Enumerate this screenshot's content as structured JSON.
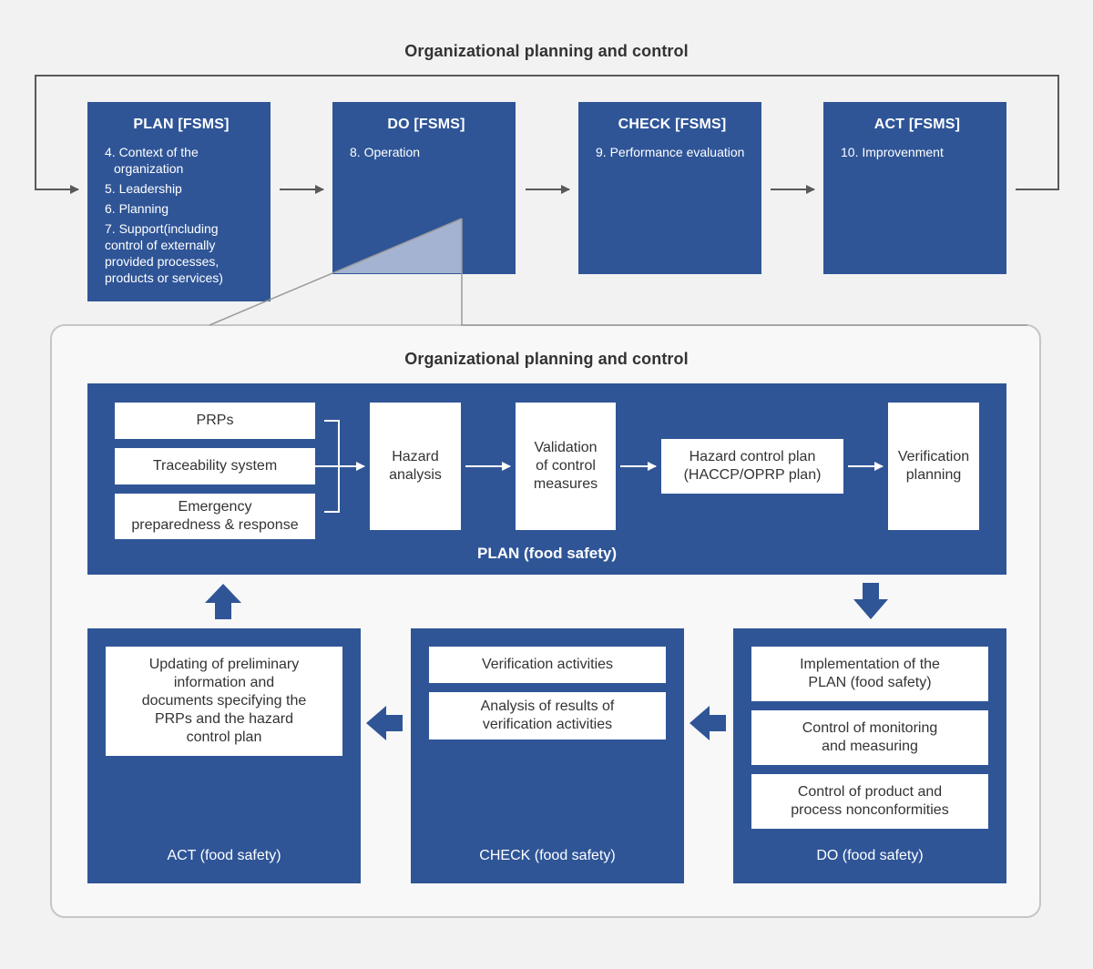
{
  "top_title": "Organizational planning and control",
  "top_boxes": [
    {
      "heading": "PLAN [FSMS]",
      "items": [
        "4. Context of the organization",
        "5. Leadership",
        "6. Planning",
        "7. Support(including control of externally provided processes, products or services)"
      ]
    },
    {
      "heading": "DO [FSMS]",
      "items": [
        "8. Operation"
      ]
    },
    {
      "heading": "CHECK [FSMS]",
      "items": [
        "9. Performance evaluation"
      ]
    },
    {
      "heading": "ACT [FSMS]",
      "items": [
        "10. Improvenment"
      ]
    }
  ],
  "inner_title": "Organizational planning and control",
  "plan_fs": {
    "label": "PLAN (food safety)",
    "inputs": [
      "PRPs",
      "Traceability system",
      "Emergency\npreparedness & response"
    ],
    "steps": [
      "Hazard\nanalysis",
      "Validation\nof control\nmeasures",
      "Hazard control plan\n(HACCP/OPRP plan)",
      "Verification\nplanning"
    ]
  },
  "act_fs": {
    "label": "ACT (food safety)",
    "items": [
      "Updating of preliminary\ninformation and\ndocuments specifying the\nPRPs and the hazard\ncontrol plan"
    ]
  },
  "check_fs": {
    "label": "CHECK (food safety)",
    "items": [
      "Verification activities",
      "Analysis of results of\nverification activities"
    ]
  },
  "do_fs": {
    "label": "DO (food safety)",
    "items": [
      "Implementation of the\nPLAN (food safety)",
      "Control of monitoring\nand measuring",
      "Control of product and\nprocess nonconformities"
    ]
  },
  "colors": {
    "primary_blue": "#2f5597",
    "arrow_gray": "#595959",
    "panel_bg": "#f8f8f8",
    "page_bg": "#f2f2f2"
  }
}
